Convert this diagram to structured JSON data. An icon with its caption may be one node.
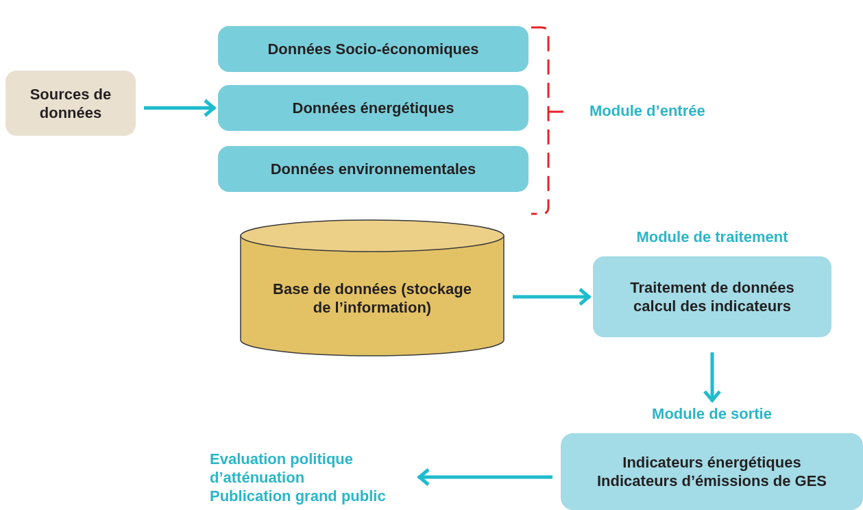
{
  "diagram": {
    "nodes": [
      {
        "text": [
          "Sources de données"
        ]
      },
      {
        "text": [
          "Données Socio-économiques"
        ]
      },
      {
        "text": [
          "Données énergétiques"
        ]
      },
      {
        "text": [
          "Données environnementales"
        ]
      },
      {
        "text": [
          "Base de données (stockage de l’information)"
        ]
      },
      {
        "text": [
          "Module de traitement",
          "Traitement de données calcul des indicateurs"
        ]
      },
      {
        "text": [
          "Module de sortie",
          "Indicateurs énergétiques Indicateurs d’émissions de GES"
        ]
      },
      {
        "text": [
          "Evaluation politique d’atténuation",
          "Publication grand public"
        ]
      }
    ],
    "edges": [
      {
        "from": 0,
        "to": 2,
        "arrow": "to"
      },
      {
        "from": 4,
        "to": 5,
        "arrow": "to"
      },
      {
        "from": 5,
        "to": 6,
        "arrow": "to"
      },
      {
        "from": 6,
        "to": 7,
        "arrow": "to"
      }
    ],
    "labels": [
      "Module d’entrée"
    ]
  }
}
